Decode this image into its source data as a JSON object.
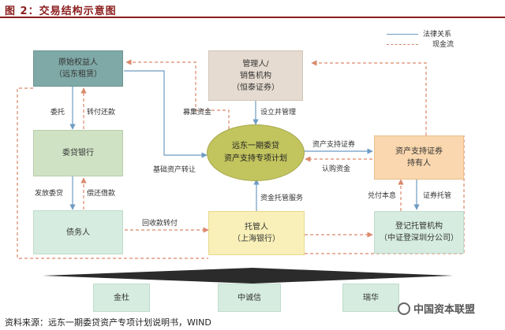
{
  "title": "图 2：交易结构示意图",
  "legend": {
    "legal": "法律关系",
    "cash": "现金流"
  },
  "nodes": {
    "originator": [
      "原始权益人",
      "（远东租赁）"
    ],
    "manager": [
      "管理人/",
      "销售机构",
      "（恒泰证券）"
    ],
    "entrust_bank": "委贷银行",
    "spv": [
      "远东一期委贷",
      "资产支持专项计划"
    ],
    "holders": [
      "资产支持证券",
      "持有人"
    ],
    "debtor": "债务人",
    "custodian": [
      "托管人",
      "（上海银行）"
    ],
    "registrar": [
      "登记托管机构",
      "（中证登深圳分公司）"
    ],
    "bottom1": "金杜",
    "bottom2": "中诚信",
    "bottom3": "瑞华"
  },
  "labels": {
    "entrust": "委托",
    "transfer_repay": "转付还款",
    "raise_funds": "募集资金",
    "setup_manage": "设立并管理",
    "underlying_transfer": "基础资产转让",
    "issue_loan": "发放委贷",
    "repay_loan": "偿还借款",
    "abs": "资产支持证券",
    "subscribe": "认购资金",
    "collection_transfer": "回收款转付",
    "custody_service": "资金托管服务",
    "pay_principal": "兑付本息",
    "sec_custody": "证券托管"
  },
  "colors": {
    "legal": "#6e9bc2",
    "cash": "#d9896a",
    "ellipse": "#c2c45e",
    "title": "#8b1c1c"
  },
  "source": "资料来源：远东一期委贷资产专项计划说明书，WIND",
  "watermark": "中国资本联盟"
}
